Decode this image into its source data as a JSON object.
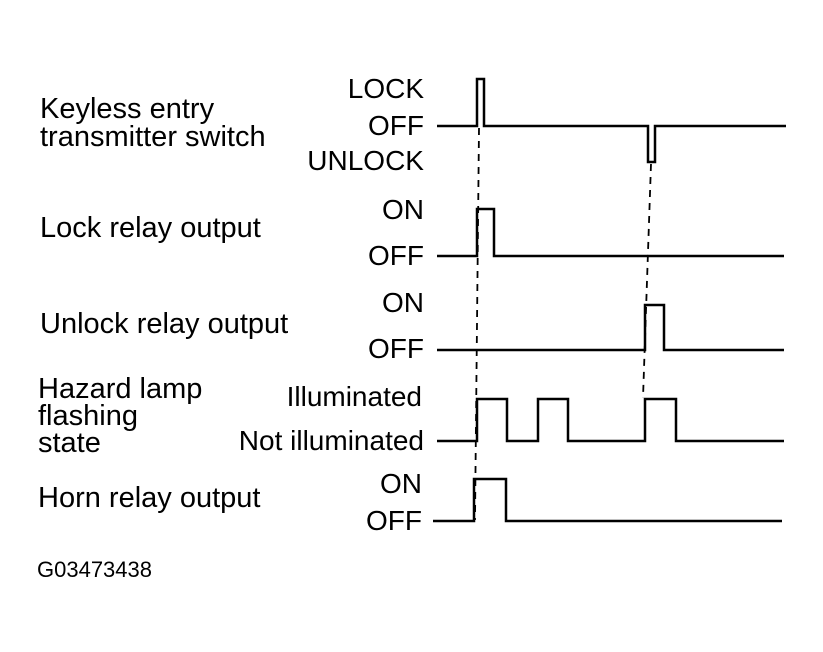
{
  "signals": [
    {
      "id": "keyless",
      "label_lines": [
        "Keyless entry",
        "transmitter switch"
      ],
      "levels": [
        "LOCK",
        "OFF",
        "UNLOCK"
      ]
    },
    {
      "id": "lock-relay",
      "label_lines": [
        "Lock relay output"
      ],
      "levels": [
        "ON",
        "OFF"
      ]
    },
    {
      "id": "unlock-relay",
      "label_lines": [
        "Unlock relay output"
      ],
      "levels": [
        "ON",
        "OFF"
      ]
    },
    {
      "id": "hazard",
      "label_lines": [
        "Hazard lamp",
        "flashing",
        "state"
      ],
      "levels": [
        "Illuminated",
        "Not illuminated"
      ]
    },
    {
      "id": "horn-relay",
      "label_lines": [
        "Horn relay output"
      ],
      "levels": [
        "ON",
        "OFF"
      ]
    }
  ],
  "figure_code": "G03473438"
}
